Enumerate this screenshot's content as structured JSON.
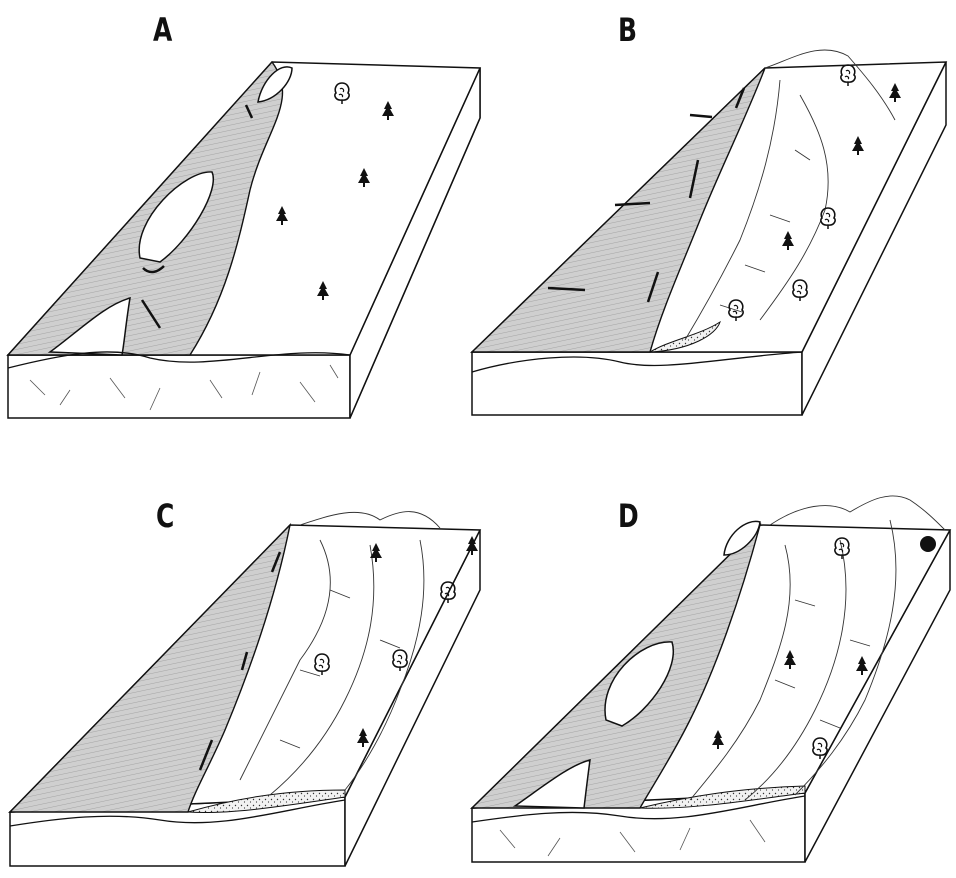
{
  "figure": {
    "panels": [
      {
        "id": "a",
        "label": "A"
      },
      {
        "id": "b",
        "label": "B"
      },
      {
        "id": "c",
        "label": "C"
      },
      {
        "id": "d",
        "label": "D"
      }
    ],
    "colors": {
      "ink": "#1a1a1a",
      "water": "#c9c9c9",
      "water_dark": "#a9a9a9",
      "sand": "#e6e6e6",
      "paper": "#ffffff"
    },
    "icons": [
      "conifer-tree-icon",
      "deciduous-tree-icon"
    ]
  }
}
